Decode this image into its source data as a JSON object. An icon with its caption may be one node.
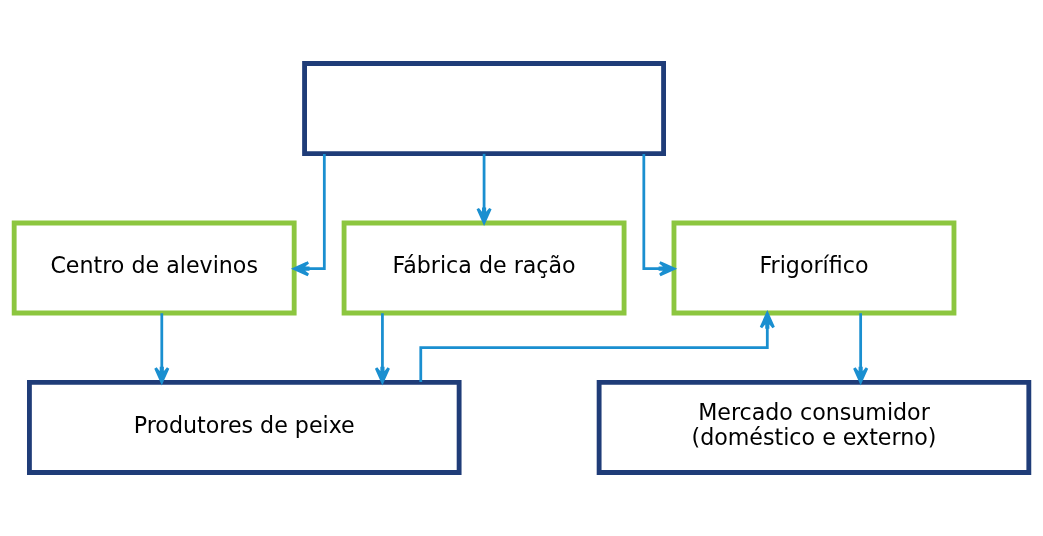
{
  "diagram": {
    "nodes": [
      {
        "text": [],
        "shape": "box"
      },
      {
        "text": [
          "Centro de alevinos"
        ]
      },
      {
        "text": [
          "Fábrica de ração"
        ]
      },
      {
        "text": [
          "Frigorífico"
        ]
      },
      {
        "text": [
          "Produtores de peixe"
        ]
      },
      {
        "text": [
          "Mercado consumidor (doméstico e externo)"
        ]
      }
    ],
    "edges": [
      {
        "from": 0,
        "to": 1,
        "arrow": "to"
      },
      {
        "from": 0,
        "to": 2,
        "arrow": "to"
      },
      {
        "from": 0,
        "to": 3,
        "arrow": "to"
      },
      {
        "from": 1,
        "to": 4,
        "arrow": "to"
      },
      {
        "from": 2,
        "to": 4,
        "arrow": "to"
      },
      {
        "from": 4,
        "to": 3,
        "arrow": "to"
      },
      {
        "from": 3,
        "to": 5,
        "arrow": "to"
      }
    ]
  }
}
